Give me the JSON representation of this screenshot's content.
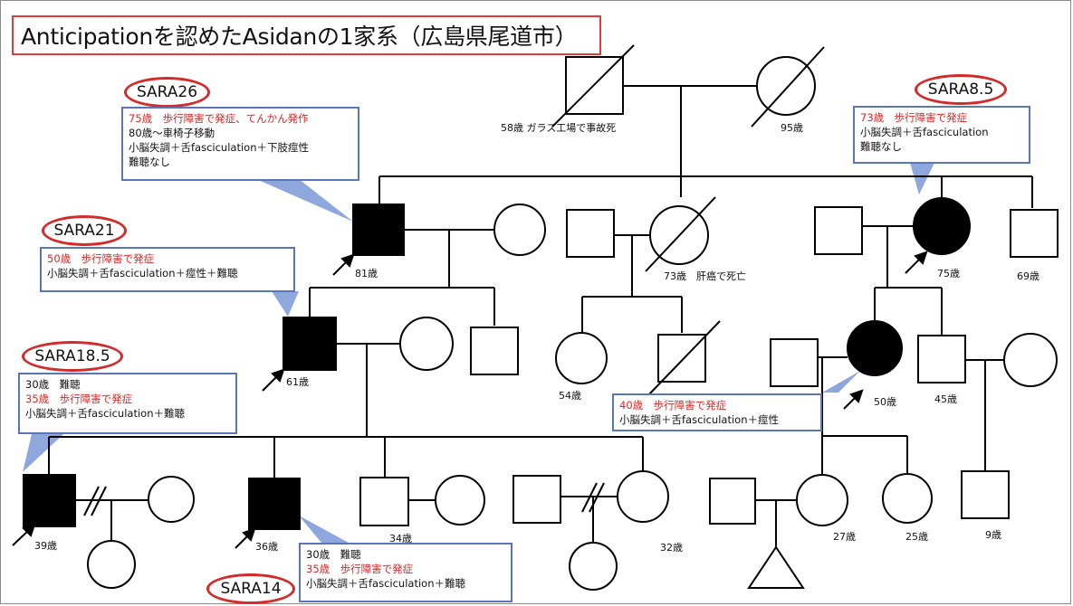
{
  "title": "Anticipationを認めたAsidanの1家系（広島県尾道市）",
  "sara_labels": {
    "gen2_father": "SARA26",
    "gen2_mother": "SARA8.5",
    "gen3_son": "SARA21",
    "gen4_eldest": "SARA18.5",
    "gen4_second": "SARA14"
  },
  "notes": {
    "gen2_father": {
      "line1": "75歳　歩行障害で発症、てんかん発作",
      "line2": "80歳～車椅子移動",
      "line3": "小脳失調＋舌fasciculation＋下肢痙性",
      "line4": "難聴なし"
    },
    "gen2_mother": {
      "line1": "73歳　歩行障害で発症",
      "line2": "小脳失調＋舌fasciculation",
      "line3": "難聴なし"
    },
    "gen3_son": {
      "line1": "50歳　歩行障害で発症",
      "line2": "小脳失調＋舌fasciculation＋痙性＋難聴"
    },
    "gen3_daughter": {
      "line1": "40歳　歩行障害で発症",
      "line2": "小脳失調＋舌fasciculation＋痙性"
    },
    "gen4_eldest": {
      "line1": "30歳　難聴",
      "line2": "35歳　歩行障害で発症",
      "line3": "小脳失調＋舌fasciculation＋難聴"
    },
    "gen4_second": {
      "line1": "30歳　難聴",
      "line2": "35歳　歩行障害で発症",
      "line3": "小脳失調＋舌fasciculation＋難聴"
    }
  },
  "ages": {
    "founder_father": "58歳 ガラス工場で事故死",
    "founder_mother": "95歳",
    "gen2_father": "81歳",
    "gen2_sister": "73歳　肝癌で死亡",
    "gen2_mother": "75歳",
    "gen2_brother": "69歳",
    "gen3_son": "61歳",
    "gen3_cousin_daughter": "54歳",
    "gen3_daughter": "50歳",
    "gen3_son_b": "45歳",
    "gen4_eldest": "39歳",
    "gen4_second": "36歳",
    "gen4_third": "34歳",
    "gen4_fourth": "32歳",
    "gen4_granddaughter_a": "27歳",
    "gen4_granddaughter_b": "25歳",
    "gen4_grandson": "9歳"
  },
  "colors": {
    "title_border": "#e03b3b",
    "sara_ring": "#d42a2a",
    "note_border": "#5a76b8",
    "callout_fill": "#8ea7dd",
    "onset_text": "#e02424",
    "affected_fill": "#000000"
  }
}
